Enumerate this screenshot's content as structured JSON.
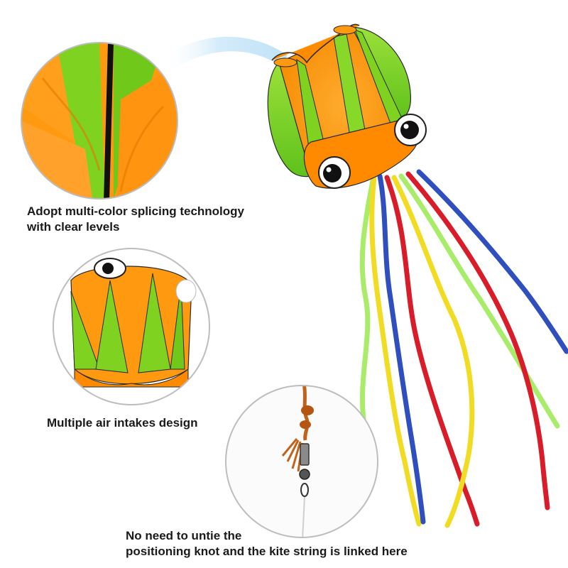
{
  "captions": {
    "splicing": {
      "line1": "Adopt multi-color splicing technology",
      "line2": "with clear levels"
    },
    "air_intakes": {
      "line1": "Multiple air intakes design"
    },
    "knot": {
      "line1": "No need to untie the",
      "line2": "positioning knot and the kite string is linked here"
    }
  },
  "colors": {
    "kite_orange": "#ff8c00",
    "kite_green": "#7fd320",
    "tail_blue": "#2f4fbf",
    "tail_red": "#d91c2a",
    "tail_yellow": "#f2dc23",
    "tail_green": "#a8ec6a",
    "callout_blue": "#c9e6f8",
    "circle_border": "#bdbdbd"
  }
}
